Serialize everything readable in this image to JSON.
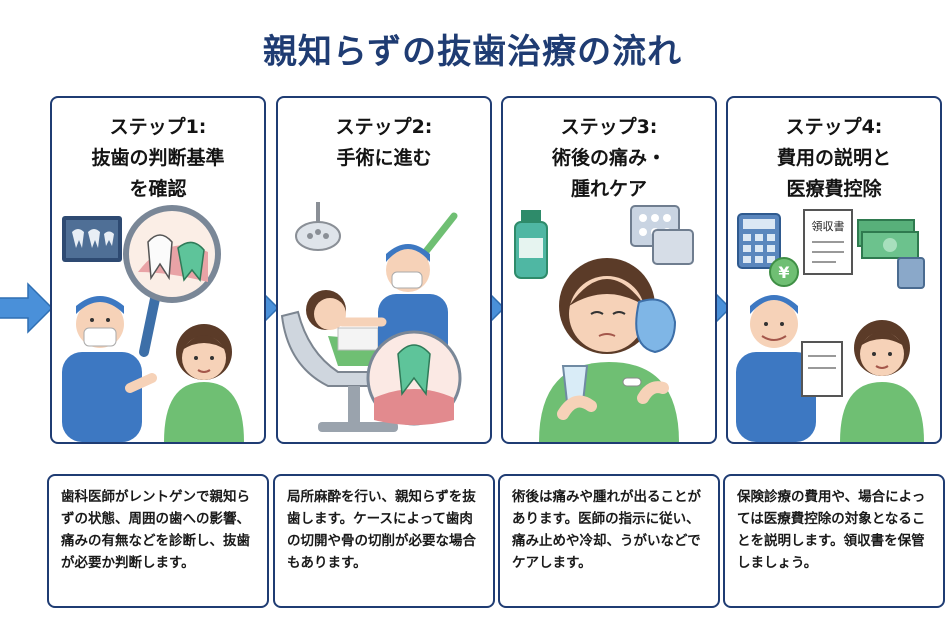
{
  "title": "親知らずの抜歯治療の流れ",
  "steps": [
    {
      "heading": [
        "ステップ1:",
        "抜歯の判断基準",
        "を確認"
      ],
      "description": "歯科医師がレントゲンで親知らずの状態、周囲の歯への影響、痛みの有無などを診断し、抜歯が必要か判断します。"
    },
    {
      "heading": [
        "ステップ2:",
        "手術に進む"
      ],
      "description": "局所麻酔を行い、親知らずを抜歯します。ケースによって歯肉の切開や骨の切削が必要な場合もあります。"
    },
    {
      "heading": [
        "ステップ3:",
        "術後の痛み・",
        "腫れケア"
      ],
      "description": "術後は痛みや腫れが出ることがあります。医師の指示に従い、痛み止めや冷却、うがいなどでケアします。"
    },
    {
      "heading": [
        "ステップ4:",
        "費用の説明と",
        "医療費控除"
      ],
      "description": "保険診療の費用や、場合によっては医療費控除の対象となることを説明します。領収書を保管しましょう。"
    }
  ],
  "icons": {
    "yen_symbol": "¥",
    "receipt_label": "領収書"
  },
  "colors": {
    "navy": "#1f3c73",
    "arrow_blue": "#4a90d9",
    "scrub_blue": "#3d78c2",
    "sweater_green": "#6fbf73",
    "skin": "#f6d2b8",
    "hair": "#5b3b28"
  }
}
